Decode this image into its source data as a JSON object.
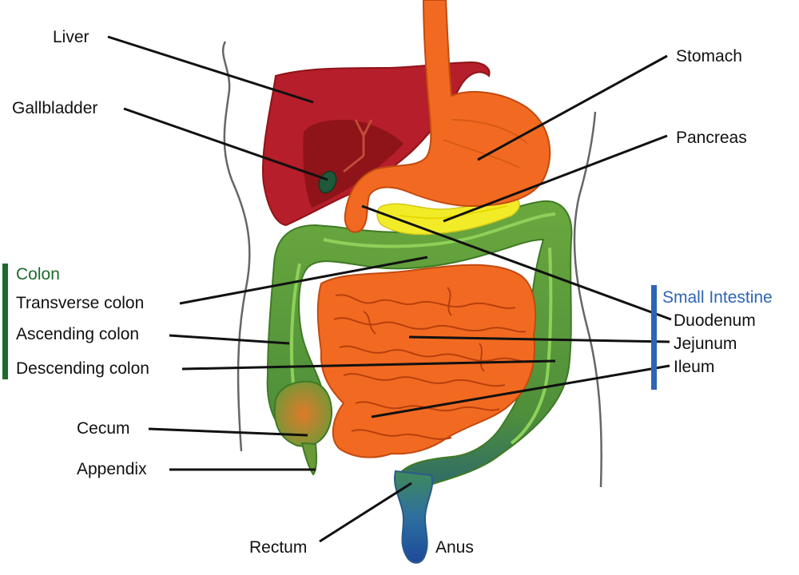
{
  "colors": {
    "liver": "#b51e2a",
    "liver_dark": "#8e1419",
    "gallbladder": "#1e5a3a",
    "stomach": "#f26a21",
    "pancreas": "#f2ec28",
    "intestine": "#f26a21",
    "colon": "#5c9e3a",
    "colon_dark": "#3f7a25",
    "rectum": "#2c5fa6",
    "outline": "#555555",
    "colon_group": "#1c6b2b",
    "small_intestine_group": "#2e64b5"
  },
  "labels": {
    "liver": "Liver",
    "gallbladder": "Gallbladder",
    "stomach": "Stomach",
    "pancreas": "Pancreas",
    "transverse_colon": "Transverse colon",
    "ascending_colon": "Ascending colon",
    "descending_colon": "Descending colon",
    "cecum": "Cecum",
    "appendix": "Appendix",
    "rectum": "Rectum",
    "anus": "Anus",
    "duodenum": "Duodenum",
    "jejunum": "Jejunum",
    "ileum": "Ileum"
  },
  "groups": {
    "colon": "Colon",
    "small_intestine": "Small Intestine"
  }
}
